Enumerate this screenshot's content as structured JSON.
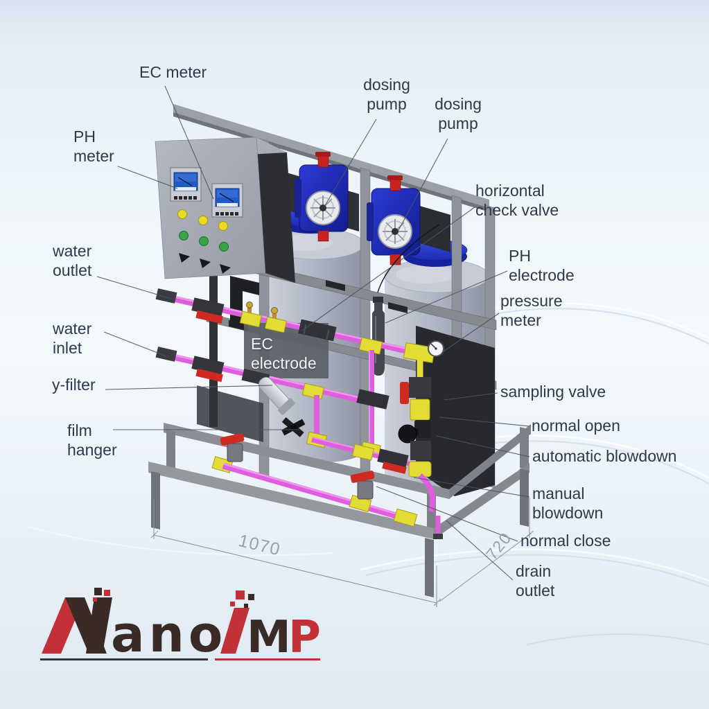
{
  "labels": {
    "ec_meter": "EC meter",
    "ph_meter": "PH\nmeter",
    "dosing_pump_1": "dosing\npump",
    "dosing_pump_2": "dosing\npump",
    "horizontal_check_valve": "horizontal\ncheck valve",
    "ph_electrode": "PH\nelectrode",
    "pressure_meter": "pressure\nmeter",
    "water_outlet": "water\noutlet",
    "water_inlet": "water\ninlet",
    "ec_electrode": "EC\nelectrode",
    "y_filter": "y-filter",
    "film_hanger": "film\nhanger",
    "sampling_valve": "sampling valve",
    "normal_open": "normal open",
    "automatic_blowdown": "automatic blowdown",
    "manual_blowdown": "manual\nblowdown",
    "normal_close": "normal close",
    "drain_outlet": "drain\noutlet"
  },
  "dimensions": {
    "width": "1070",
    "depth": "720"
  },
  "logo": {
    "name": "NanoIMP",
    "seg_ano": "ano",
    "seg_m": "M",
    "seg_p": "P"
  },
  "colors": {
    "background": "#eaf2f8",
    "pipe_magenta": "#de5ede",
    "fitting_yellow": "#e3dc35",
    "valve_red": "#ce2a22",
    "pump_blue": "#2030c8",
    "tank_gray": "#b9bec9",
    "frame_gray": "#8e9196",
    "label_text": "#2c3a4a",
    "label_text_light": "#f2f3f5",
    "dimension_text": "#9aa0a9",
    "logo_red": "#c23038",
    "logo_dark": "#3a2b26"
  }
}
